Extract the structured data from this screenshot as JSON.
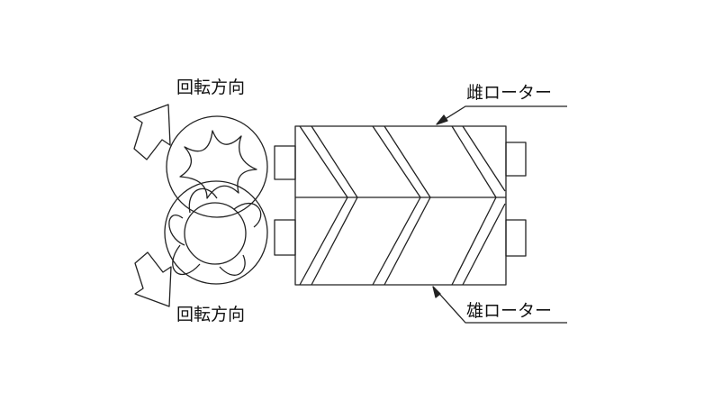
{
  "labels": {
    "rotation_top": "回転方向",
    "rotation_bottom": "回転方向",
    "female_rotor": "雌ローター",
    "male_rotor": "雄ローター"
  }
}
